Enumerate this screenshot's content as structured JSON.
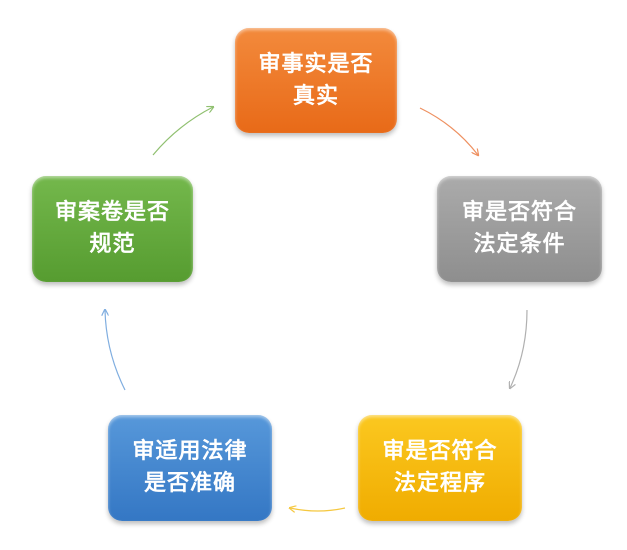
{
  "nodes": [
    {
      "id": "facts",
      "lines": [
        "审事实是否",
        "真实"
      ],
      "color": "#ee7322"
    },
    {
      "id": "conditions",
      "lines": [
        "审是否符合",
        "法定条件"
      ],
      "color": "#9a9a9a"
    },
    {
      "id": "procedure",
      "lines": [
        "审是否符合",
        "法定程序"
      ],
      "color": "#f5b800"
    },
    {
      "id": "law",
      "lines": [
        "审适用法律",
        "是否准确"
      ],
      "color": "#3f86cf"
    },
    {
      "id": "dossier",
      "lines": [
        "审案卷是否",
        "规范"
      ],
      "color": "#62a83b"
    }
  ]
}
